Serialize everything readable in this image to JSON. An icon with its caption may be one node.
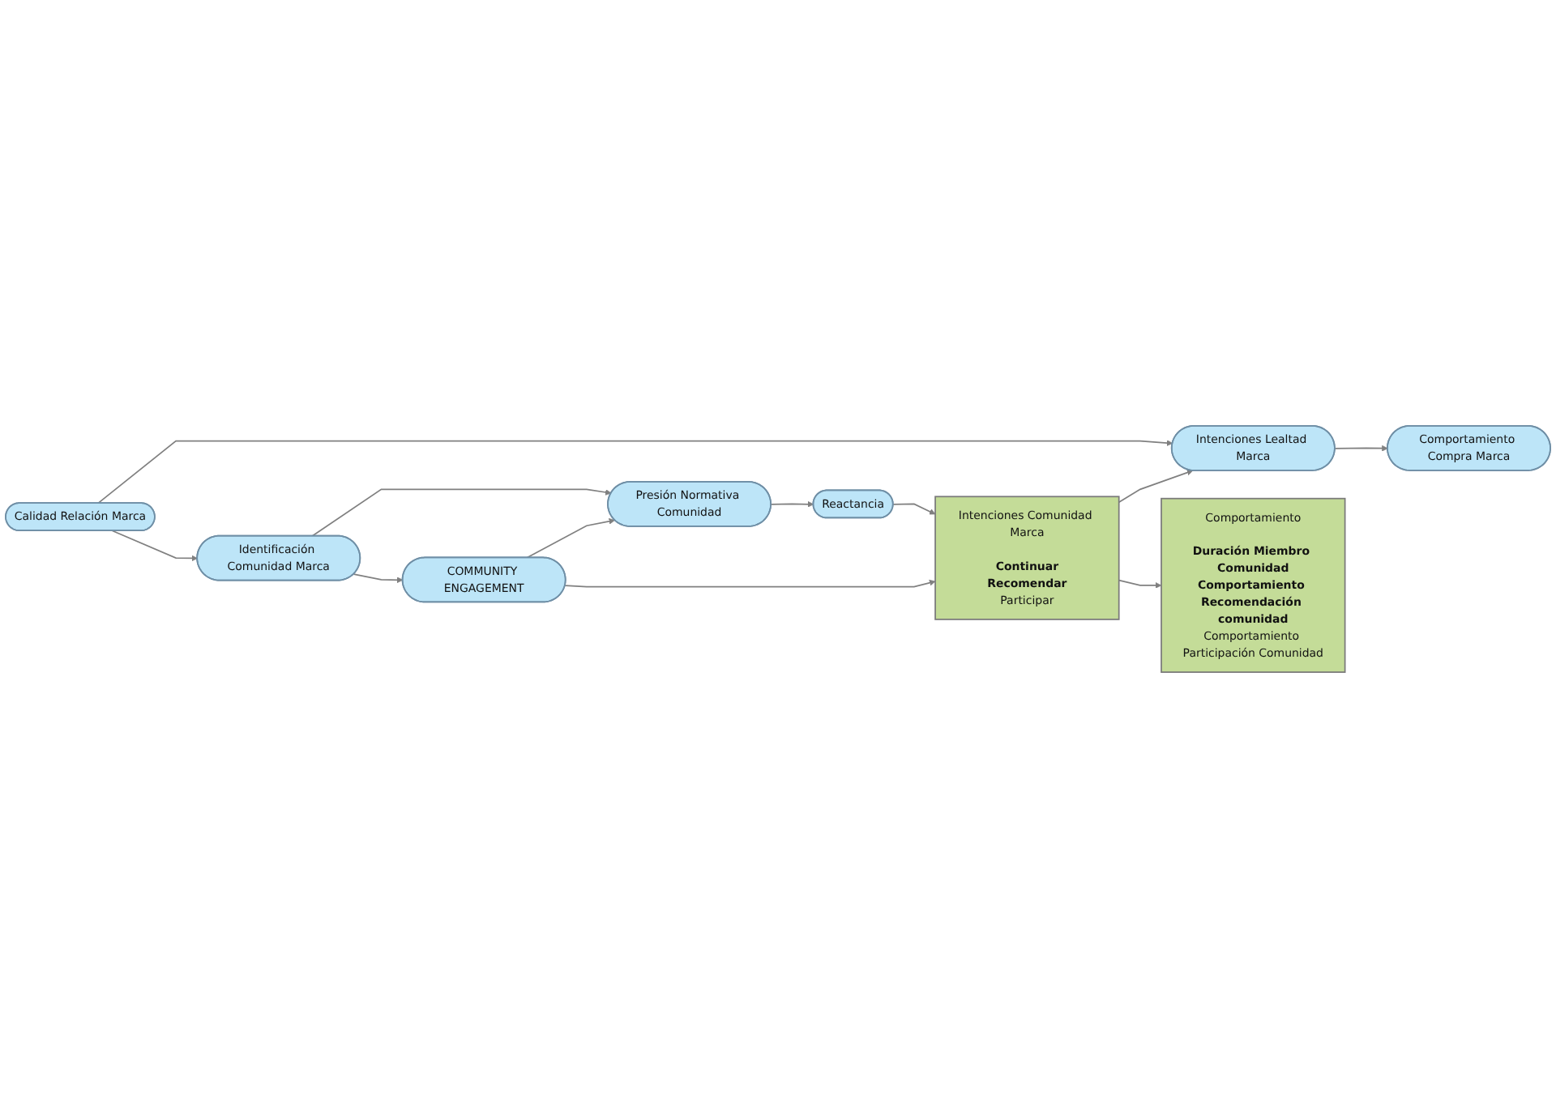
{
  "diagram": {
    "nodes": [
      {
        "text": [
          "Calidad Relación Marca"
        ]
      },
      {
        "text": [
          "Intenciones Lealtad Marca"
        ]
      },
      {
        "text": [
          "Comportamiento Compra Marca"
        ]
      },
      {
        "text": [
          "Reactancia"
        ]
      },
      {
        "text": [
          "Presión Normativa Comunidad"
        ]
      },
      {
        "text": [
          "Identificación Comunidad Marca"
        ]
      },
      {
        "text": [
          "COMMUNITY ENGAGEMENT"
        ]
      },
      {
        "text": [
          "Intenciones Comunidad Marca",
          "Continuar",
          "Recomendar",
          "Participar"
        ]
      },
      {
        "text": [
          "Comportamiento",
          "Duración Miembro Comunidad",
          "Comportamiento Recomendación comunidad",
          "Comportamiento Participación Comunidad"
        ]
      }
    ],
    "edges": [
      {
        "from": 0,
        "to": 1,
        "arrow": "to"
      },
      {
        "from": 1,
        "to": 2,
        "arrow": "to"
      },
      {
        "from": 0,
        "to": 5,
        "arrow": "to"
      },
      {
        "from": 5,
        "to": 4,
        "arrow": "to"
      },
      {
        "from": 5,
        "to": 6,
        "arrow": "to"
      },
      {
        "from": 6,
        "to": 4,
        "arrow": "to"
      },
      {
        "from": 4,
        "to": 3,
        "arrow": "to"
      },
      {
        "from": 3,
        "to": 7,
        "arrow": "to"
      },
      {
        "from": 6,
        "to": 7,
        "arrow": "to"
      },
      {
        "from": 7,
        "to": 1,
        "arrow": "to"
      },
      {
        "from": 7,
        "to": 8,
        "arrow": "to"
      }
    ]
  }
}
